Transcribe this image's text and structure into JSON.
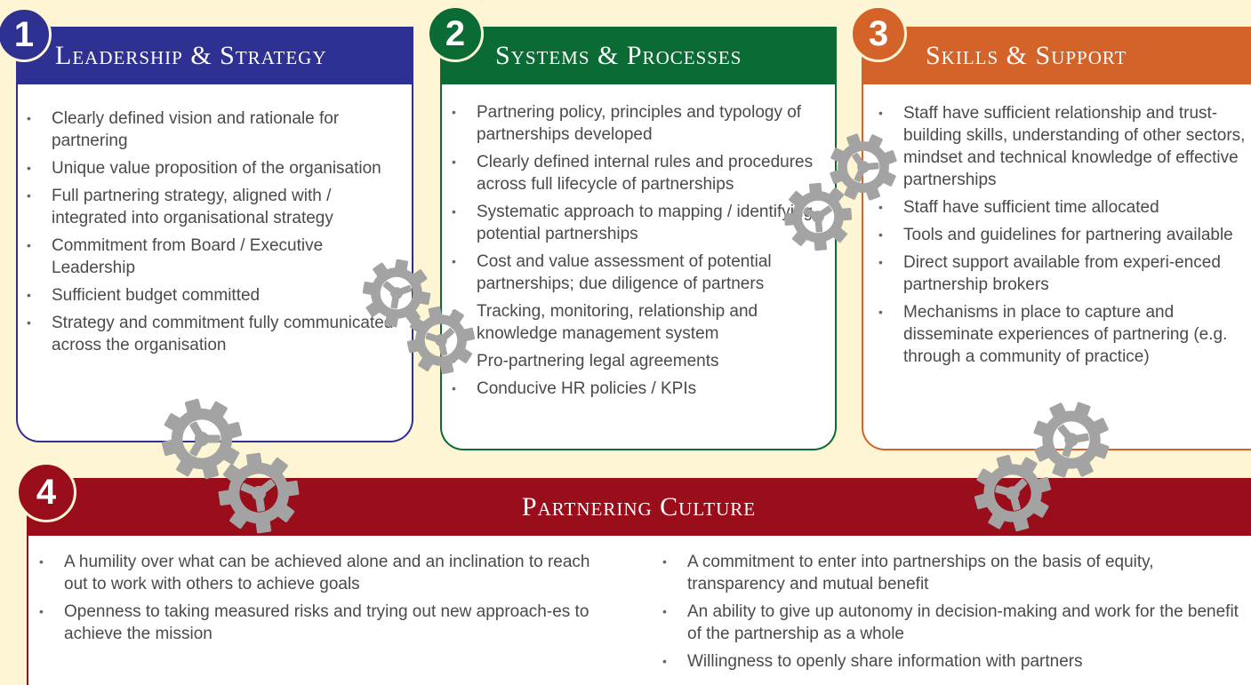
{
  "colors": {
    "background": "#fdf5d3",
    "leadership": "#2e3192",
    "systems": "#0a6b35",
    "skills": "#d4632a",
    "culture": "#9a0e1b",
    "gear": "#a3a3a3"
  },
  "sections": [
    {
      "number": "1",
      "title": "Leadership & Strategy",
      "items": [
        "Clearly defined vision and rationale for partnering",
        "Unique value proposition of the organisation",
        "Full partnering strategy, aligned with / integrated into organisational strategy",
        "Commitment from Board / Executive Leadership",
        "Sufficient budget committed",
        "Strategy and commitment fully communicated across the organisation"
      ]
    },
    {
      "number": "2",
      "title": "Systems & Processes",
      "items": [
        "Partnering policy, principles and typology of partnerships developed",
        "Clearly defined internal rules and procedures across full lifecycle of partnerships",
        "Systematic approach to mapping / identifying potential partnerships",
        "Cost and value assessment of potential partnerships; due diligence of partners",
        "Tracking, monitoring, relationship and knowledge management system",
        "Pro-partnering legal agreements",
        "Conducive HR policies / KPIs"
      ]
    },
    {
      "number": "3",
      "title": "Skills & Support",
      "items": [
        "Staff have sufficient relationship and trust-building skills, understanding of other sectors, mindset and technical knowledge of effective partnerships",
        "Staff have sufficient time allocated",
        "Tools and guidelines for partnering available",
        "Direct support available from experi-enced partnership brokers",
        "Mechanisms in place to capture and disseminate experiences of partnering (e.g. through a community of practice)"
      ]
    },
    {
      "number": "4",
      "title": "Partnering Culture",
      "items_left": [
        "A humility over what can be achieved alone and an inclination to reach out to work with others to achieve goals",
        "Openness to taking measured risks and trying out new approach-es to achieve the mission"
      ],
      "items_right": [
        "A commitment to enter into partnerships on the basis of equity, transparency and mutual benefit",
        "An ability to give up autonomy in decision-making and work for the benefit of the partnership as a whole",
        "Willingness to openly share information with partners"
      ]
    }
  ]
}
